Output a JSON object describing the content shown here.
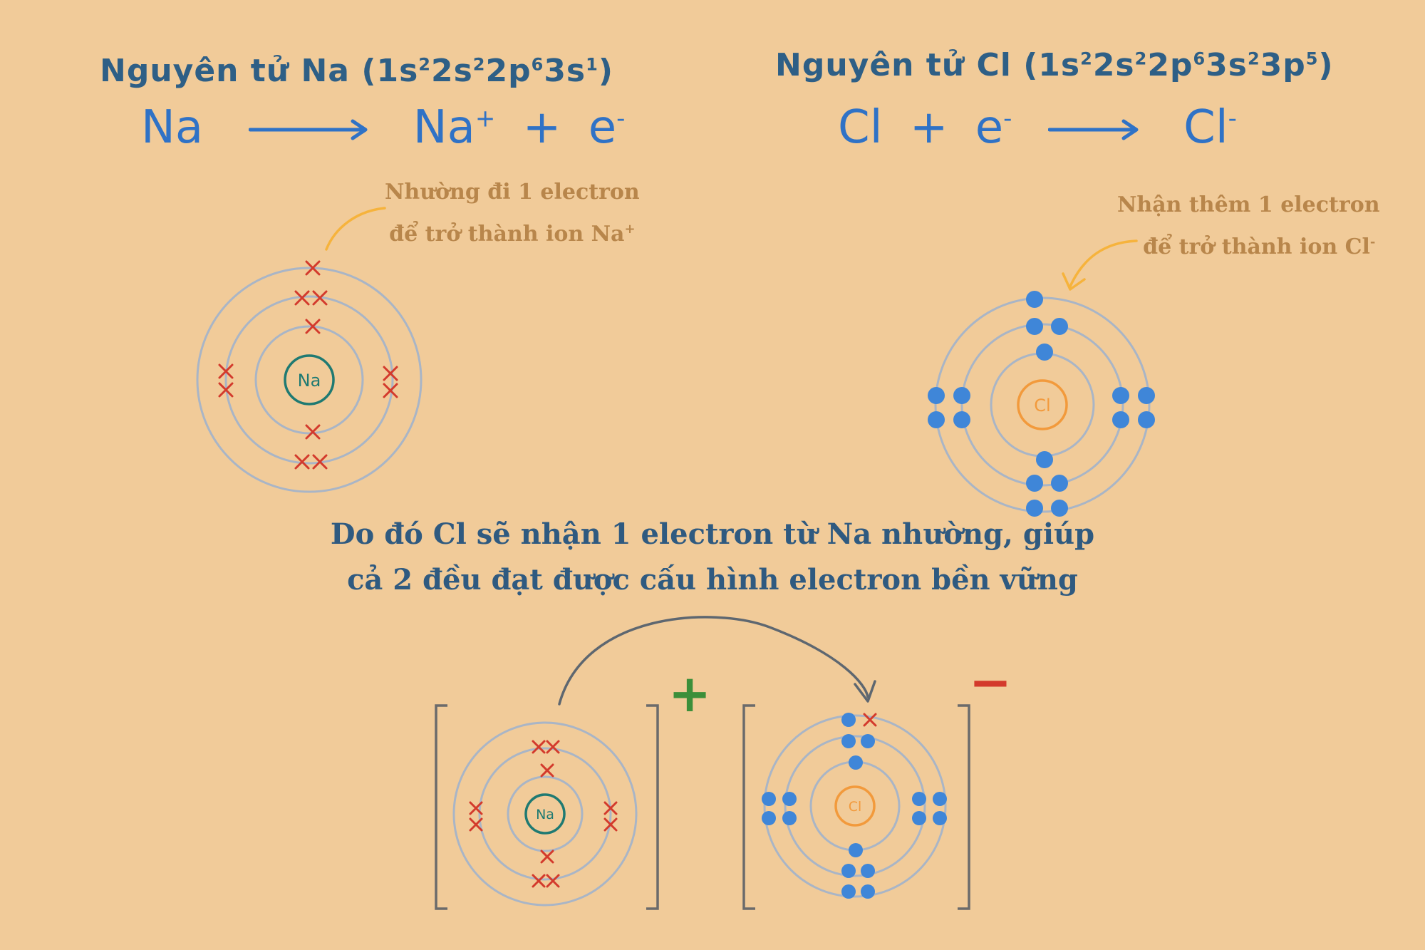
{
  "na": {
    "title": "Nguyên tử Na",
    "config_parts": [
      {
        "base": "1s",
        "sup": "2"
      },
      {
        "base": "2s",
        "sup": "2"
      },
      {
        "base": "2p",
        "sup": "6"
      },
      {
        "base": "3s",
        "sup": "1"
      }
    ],
    "eq": {
      "left": "Na",
      "right": "Na",
      "right_charge": "+",
      "plus": "+",
      "electron": "e",
      "electron_charge": "-"
    },
    "note_line1": "Nhường đi 1 electron",
    "note_line2": "để trở thành ion Na",
    "note_charge": "+",
    "nucleus": "Na"
  },
  "cl": {
    "title": "Nguyên tử Cl",
    "config_parts": [
      {
        "base": "1s",
        "sup": "2"
      },
      {
        "base": "2s",
        "sup": "2"
      },
      {
        "base": "2p",
        "sup": "6"
      },
      {
        "base": "3s",
        "sup": "2"
      },
      {
        "base": "3p",
        "sup": "5"
      }
    ],
    "eq": {
      "left": "Cl",
      "plus": "+",
      "electron": "e",
      "electron_charge": "-",
      "right": "Cl",
      "right_charge": "-"
    },
    "note_line1": "Nhận thêm 1 electron",
    "note_line2": "để trở thành ion Cl",
    "note_charge": "-",
    "nucleus": "Cl"
  },
  "summary": {
    "line1": "Do đó Cl sẽ nhận 1 electron từ Na nhường, giúp",
    "line2": "cả 2 đều đạt được cấu hình electron bền vững"
  },
  "ions": {
    "na_charge": "+",
    "cl_charge": "−",
    "na_nucleus": "Na",
    "cl_nucleus": "Cl"
  },
  "colors": {
    "background": "#F1CB99",
    "title": "#2E5F86",
    "equation": "#2F72C6",
    "note": "#B8864B",
    "orbit": "#A9B5C6",
    "na_electron": "#D33A2C",
    "cl_electron": "#3F86D8",
    "na_nucleus": "#1F7A72",
    "cl_nucleus": "#F29A3C",
    "note_arrow": "#F6B33C",
    "plus_sign": "#3C8F3A",
    "minus_sign": "#D33A2C",
    "bracket": "#6B6B6B",
    "transfer_arrow": "#5E6770"
  }
}
